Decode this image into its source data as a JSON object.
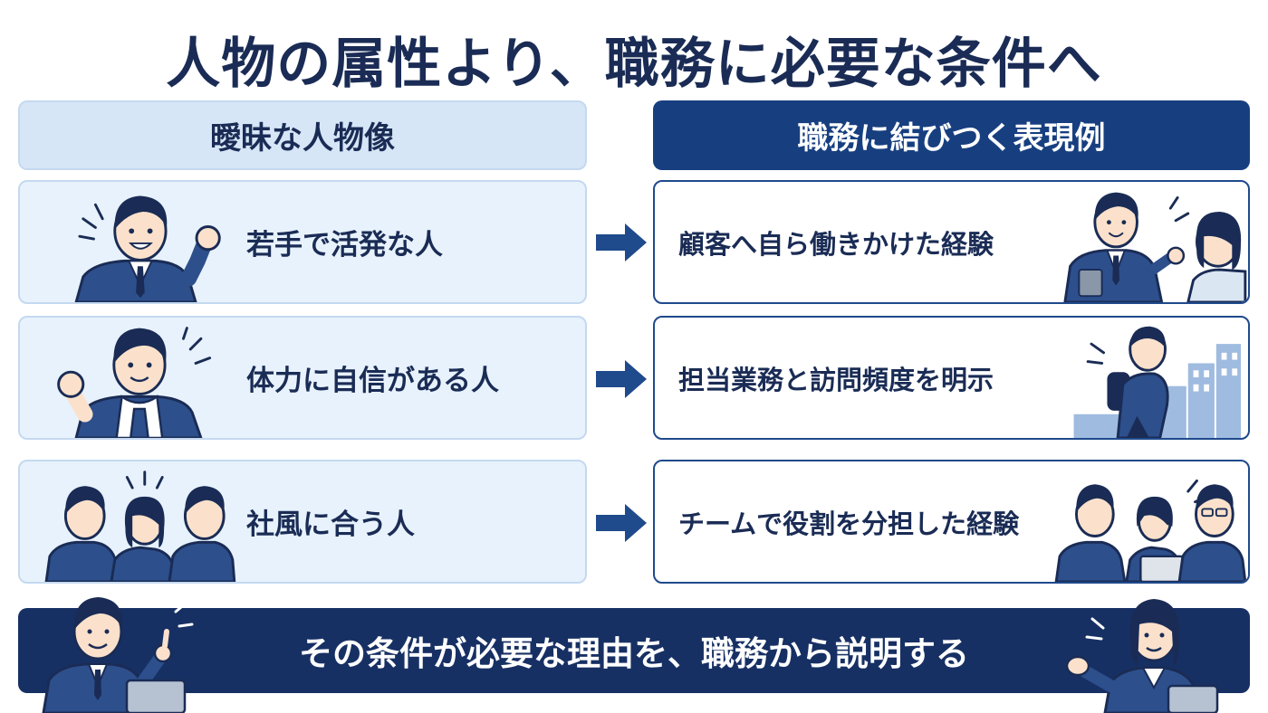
{
  "title": "人物の属性より、職務に必要な条件へ",
  "left_header": "曖昧な人物像",
  "right_header": "職務に結びつく表現例",
  "rows": [
    {
      "left": "若手で活発な人",
      "right": "顧客へ自ら働きかけた経験"
    },
    {
      "left": "体力に自信がある人",
      "right": "担当業務と訪問頻度を明示"
    },
    {
      "left": "社風に合う人",
      "right": "チームで役割を分担した経験"
    }
  ],
  "banner": "その条件が必要な理由を、職務から説明する",
  "colors": {
    "navy": "#173064",
    "blue": "#173f80",
    "light": "#e8f2fc",
    "text": "#1a2c55"
  },
  "icons": [
    "young-man-fist-icon",
    "customer-meeting-icon",
    "man-towel-icon",
    "walking-salesman-icon",
    "three-people-icon",
    "team-laptop-icon",
    "arrow-right-icon",
    "presenter-man-icon",
    "presenter-woman-icon"
  ]
}
